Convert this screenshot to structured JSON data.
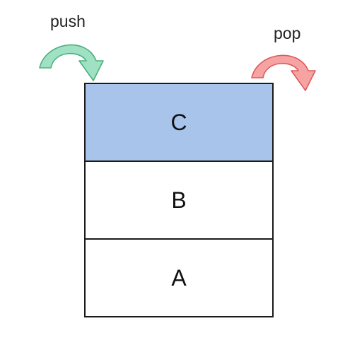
{
  "diagram": {
    "push_label": "push",
    "pop_label": "pop",
    "cells": [
      {
        "label": "C",
        "top": true
      },
      {
        "label": "B",
        "top": false
      },
      {
        "label": "A",
        "top": false
      }
    ]
  },
  "colors": {
    "top_cell_fill": "#a9c4eb",
    "cell_fill": "#ffffff",
    "border": "#1a1a1a",
    "push_arrow_fill": "#9fe1c2",
    "push_arrow_stroke": "#4caf7d",
    "pop_arrow_fill": "#f6a3a3",
    "pop_arrow_stroke": "#dd5b5b"
  },
  "icons": {
    "push": "curved-arrow-down-right-icon",
    "pop": "curved-arrow-down-right-icon"
  }
}
